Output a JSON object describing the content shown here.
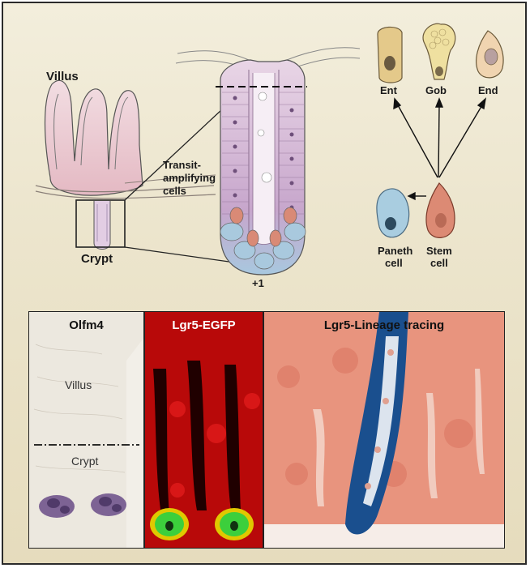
{
  "diagram": {
    "villus_label": "Villus",
    "transit_label_1": "Transit-",
    "transit_label_2": "amplifying",
    "transit_label_3": "cells",
    "crypt_label": "Crypt",
    "position_label": "+1",
    "cell_types": {
      "ent": "Ent",
      "gob": "Gob",
      "end": "End",
      "paneth_1": "Paneth",
      "paneth_2": "cell",
      "stem_1": "Stem",
      "stem_2": "cell"
    }
  },
  "panels": {
    "olfm4": {
      "title": "Olfm4",
      "villus": "Villus",
      "crypt": "Crypt"
    },
    "lgr5_egfp": {
      "title": "Lgr5-EGFP"
    },
    "lineage": {
      "title": "Lgr5-Lineage tracing"
    }
  },
  "colors": {
    "background": "#ece5cd",
    "tissue_pink": "#e6c4cc",
    "paneth_blue": "#9fc4dc",
    "stem_red": "#d98a76",
    "egfp_red": "#d01010",
    "egfp_green": "#3ccf3c",
    "lineage_blue": "#1a5c9e",
    "olfm4_purple": "#6a4c88"
  }
}
